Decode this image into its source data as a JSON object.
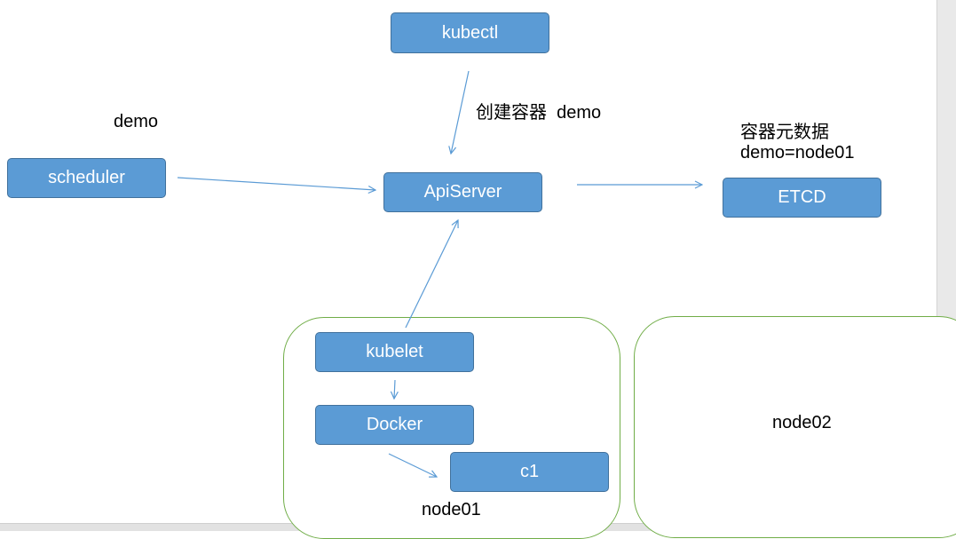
{
  "colors": {
    "box_fill": "#5b9bd5",
    "box_border": "#41719c",
    "group_border": "#70ad47",
    "arrow": "#5b9bd5"
  },
  "nodes": {
    "kubectl": "kubectl",
    "apiserver": "ApiServer",
    "scheduler": "scheduler",
    "etcd": "ETCD",
    "kubelet": "kubelet",
    "docker": "Docker",
    "c1": "c1"
  },
  "labels": {
    "demo_left": "demo",
    "create_container": "创建容器  demo",
    "etcd_meta_line1": "容器元数据",
    "etcd_meta_line2": "demo=node01",
    "node01": "node01",
    "node02": "node02"
  }
}
